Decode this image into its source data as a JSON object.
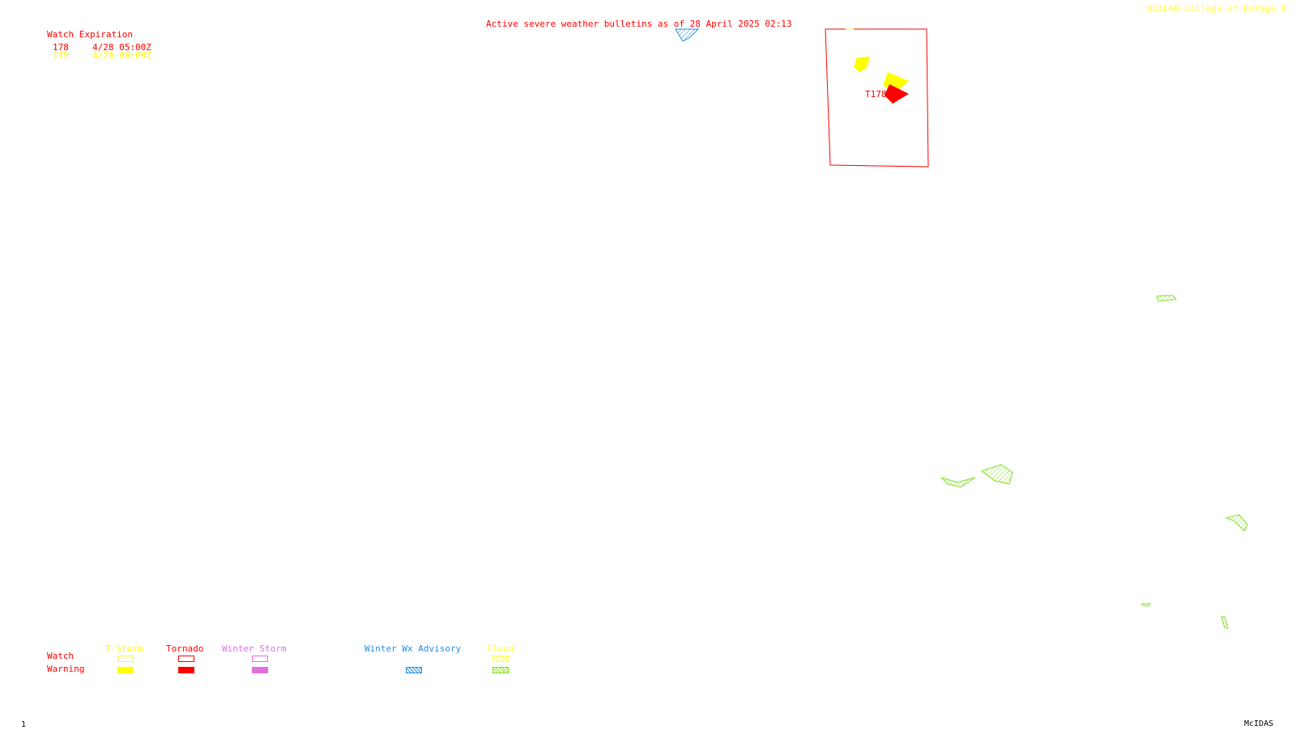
{
  "header": {
    "title": "Active severe weather bulletins as of 28 April 2025 02:13",
    "credit": "NEXLAB-College of DuPage R"
  },
  "watch_table": {
    "heading": "Watch Expiration",
    "rows": [
      {
        "id": "178",
        "expires": "4/28 05:00Z"
      },
      {
        "id": "179",
        "expires": "4/28 06:00Z"
      }
    ]
  },
  "map": {
    "watch_box_label": "T178"
  },
  "legend": {
    "row_watch": "Watch",
    "row_warning": "Warning",
    "tstorm": "T-Storm",
    "tornado": "Tornado",
    "winter_storm": "Winter Storm",
    "winter_wx_advisory": "Winter Wx Advisory",
    "flood": "Flood"
  },
  "colors": {
    "tstorm": "#ffff00",
    "tornado": "#ff0000",
    "winter_storm": "#e070e0",
    "winter_wx_advisory": "#1e90e8",
    "flood": "#80e020"
  },
  "footer": {
    "frame": "1",
    "software": "McIDAS"
  }
}
